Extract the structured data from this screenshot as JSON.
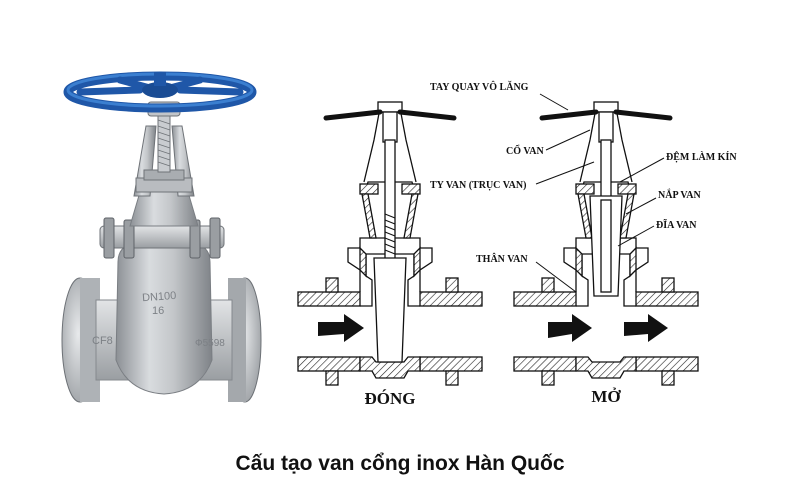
{
  "caption": "Cấu tạo van cổng inox Hàn Quốc",
  "photo": {
    "handwheel_color": "#1f57a8",
    "body_color": "#b8bcc0",
    "body_markings": [
      "DN100",
      "16",
      "CF8",
      "Ф5598"
    ]
  },
  "diagram": {
    "labels": {
      "handwheel": "TAY QUAY VÔ LĂNG",
      "neck": "CỔ VAN",
      "stem": "TY VAN (TRỤC VAN)",
      "body": "THÂN VAN",
      "packing": "ĐỆM LÀM KÍN",
      "bonnet": "NẮP VAN",
      "disc": "ĐĨA VAN"
    },
    "states": {
      "closed": "ĐÓNG",
      "open": "MỞ"
    }
  }
}
